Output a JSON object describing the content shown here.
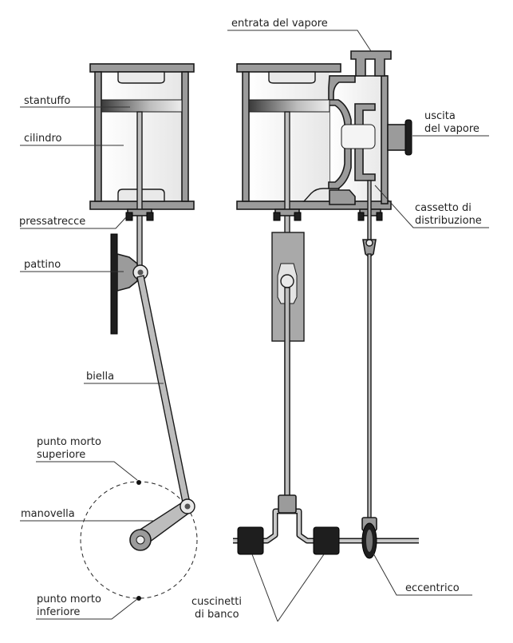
{
  "labels": {
    "stantuffo": "stantuffo",
    "cilindro": "cilindro",
    "pressatrecce": "pressatrecce",
    "pattino": "pattino",
    "biella": "biella",
    "punto_morto_superiore": [
      "punto morto",
      "superiore"
    ],
    "manovella": "manovella",
    "punto_morto_inferiore": [
      "punto morto",
      "inferiore"
    ],
    "entrata_del_vapore": "entrata del vapore",
    "uscita_del_vapore": [
      "uscita",
      "del vapore"
    ],
    "cassetto_di_distribuzione": [
      "cassetto di",
      "distribuzione"
    ],
    "eccentrico": "eccentrico",
    "cuscinetti_di_banco": [
      "cuscinetti",
      "di banco"
    ]
  },
  "colors": {
    "metal": "#9b9b9b",
    "dark": "#1e1e1e",
    "light": "#e9e9e9",
    "line": "#1a1a1a"
  }
}
